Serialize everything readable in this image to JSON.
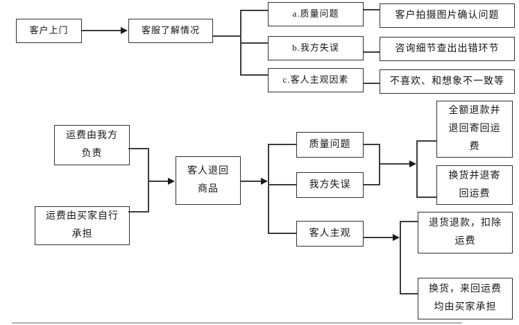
{
  "colors": {
    "background": "#ffffff",
    "box_border": "#2e2e2e",
    "connector_line": "#3a3a3a",
    "arrowhead": "#1a1a1a",
    "text": "#141414",
    "bottom_divider": "#adadad"
  },
  "top_flow": {
    "start": "客户上门",
    "service": "客服了解情况",
    "branches": [
      {
        "label": "a.质量问题",
        "action": "客户拍摄图片确认问题"
      },
      {
        "label": "b.我方失误",
        "action": "咨询细节查出出错环节"
      },
      {
        "label": "c.客人主观因素",
        "action": "不喜欢、和想象不一致等"
      }
    ]
  },
  "return_flow": {
    "shipping_ours": {
      "lines": [
        "运费由我方",
        "负责"
      ]
    },
    "shipping_buyer": {
      "lines": [
        "运费由买家自行",
        "承担"
      ]
    },
    "return_goods": {
      "lines": [
        "客人退回",
        "商品"
      ]
    },
    "causes": [
      "质量问题",
      "我方失误",
      "客人主观"
    ],
    "quality_fault_outcomes": [
      {
        "lines": [
          "全额退款并",
          "退回寄回运",
          "费"
        ]
      },
      {
        "lines": [
          "换货并退寄",
          "回运费"
        ]
      }
    ],
    "subjective_outcomes": [
      {
        "lines": [
          "退货退款，扣除",
          "运费"
        ]
      },
      {
        "lines": [
          "换货，来回运费",
          "均由买家承担"
        ]
      }
    ]
  }
}
